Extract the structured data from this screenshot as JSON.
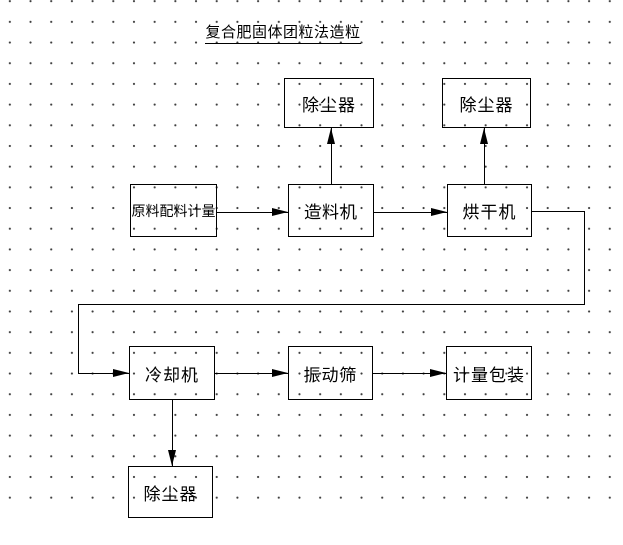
{
  "title": "复合肥固体团粒法造粒",
  "nodes": [
    {
      "id": "dust-collector-top-1",
      "label": "除尘器"
    },
    {
      "id": "dust-collector-top-2",
      "label": "除尘器"
    },
    {
      "id": "raw-material-metering",
      "label": "原料配料计量"
    },
    {
      "id": "granulator",
      "label": "造料机"
    },
    {
      "id": "dryer",
      "label": "烘干机"
    },
    {
      "id": "cooler",
      "label": "冷却机"
    },
    {
      "id": "vibrating-screen",
      "label": "振动筛"
    },
    {
      "id": "metering-packaging",
      "label": "计量包装"
    },
    {
      "id": "dust-collector-bottom",
      "label": "除尘器"
    }
  ],
  "edges": [
    {
      "from": "raw-material-metering",
      "to": "granulator"
    },
    {
      "from": "granulator",
      "to": "dust-collector-top-1"
    },
    {
      "from": "granulator",
      "to": "dryer"
    },
    {
      "from": "dryer",
      "to": "dust-collector-top-2"
    },
    {
      "from": "dryer",
      "to": "cooler"
    },
    {
      "from": "cooler",
      "to": "vibrating-screen"
    },
    {
      "from": "vibrating-screen",
      "to": "metering-packaging"
    },
    {
      "from": "cooler",
      "to": "dust-collector-bottom"
    }
  ],
  "colors": {
    "line": "#000000",
    "background": "#ffffff",
    "grid_dot": "#3c3c3c"
  }
}
